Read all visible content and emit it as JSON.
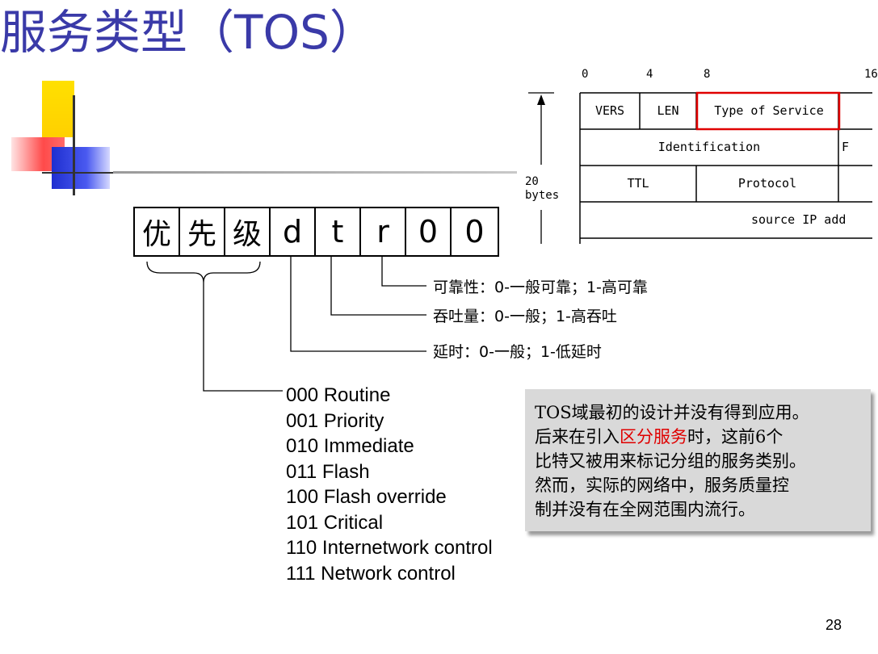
{
  "slide": {
    "title_cn": "服务类型（",
    "title_latin": "TOS",
    "title_close": "）",
    "page_number": "28"
  },
  "bit_field": {
    "cells": [
      "优",
      "先",
      "级",
      "d",
      "t",
      "r",
      "0",
      "0"
    ]
  },
  "bit_labels": {
    "r_label": "可靠性：0-一般可靠；1-高可靠",
    "t_label": "吞吐量：0-一般；1-高吞吐",
    "d_label": "延时：0-一般；1-低延时"
  },
  "precedence": [
    "000 Routine",
    "001 Priority",
    "010 Immediate",
    "011 Flash",
    "100 Flash override",
    "101 Critical",
    "110 Internetwork control",
    "111 Network control"
  ],
  "note": {
    "line1": "TOS域最初的设计并没有得到应用。",
    "line2_pre": "后来在引入",
    "line2_red": "区分服务",
    "line2_post": "时，这前6个",
    "line3": "比特又被用来标记分组的服务类别。",
    "line4": "然而，实际的网络中，服务质量控",
    "line5": "制并没有在全网范围内流行。",
    "highlight_color": "#e00000"
  },
  "ip_header": {
    "bit_positions": [
      "0",
      "4",
      "8",
      "16"
    ],
    "size_label_num": "20",
    "size_label_unit": "bytes",
    "row1": [
      "VERS",
      "LEN",
      "Type of Service"
    ],
    "row2": [
      "Identification",
      "F"
    ],
    "row3": [
      "TTL",
      "Protocol"
    ],
    "row4": [
      "source IP add"
    ]
  },
  "colors": {
    "title": "#3a3aa8",
    "highlight_box": "#e00000",
    "note_bg": "#d9d9d9"
  }
}
